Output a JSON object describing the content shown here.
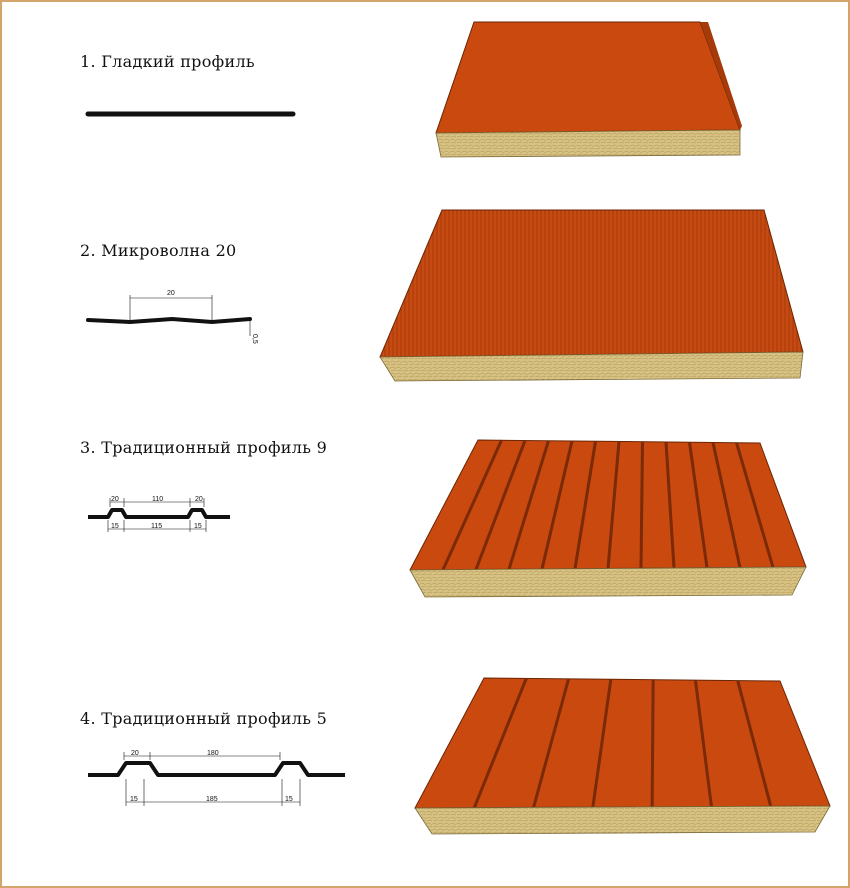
{
  "profiles": [
    {
      "title": "1. Гладкий профиль"
    },
    {
      "title": "2. Микроволна 20",
      "dims": {
        "pitch": "20",
        "depth": "0,5"
      }
    },
    {
      "title": "3. Традиционный профиль 9",
      "dims": {
        "top_left": "20",
        "top_mid": "110",
        "top_right": "20",
        "bot_left": "15",
        "bot_mid": "115",
        "bot_right": "15"
      }
    },
    {
      "title": "4. Традиционный профиль 5",
      "dims": {
        "top_left": "20",
        "top_mid": "180",
        "bot_left": "15",
        "bot_mid": "185",
        "bot_right": "15"
      }
    }
  ],
  "colors": {
    "steel_face": "#c9490f",
    "steel_edge": "#a53a0a",
    "insulation": "#d9c48a",
    "frame": "#d4a46a",
    "outline": "#111111"
  }
}
